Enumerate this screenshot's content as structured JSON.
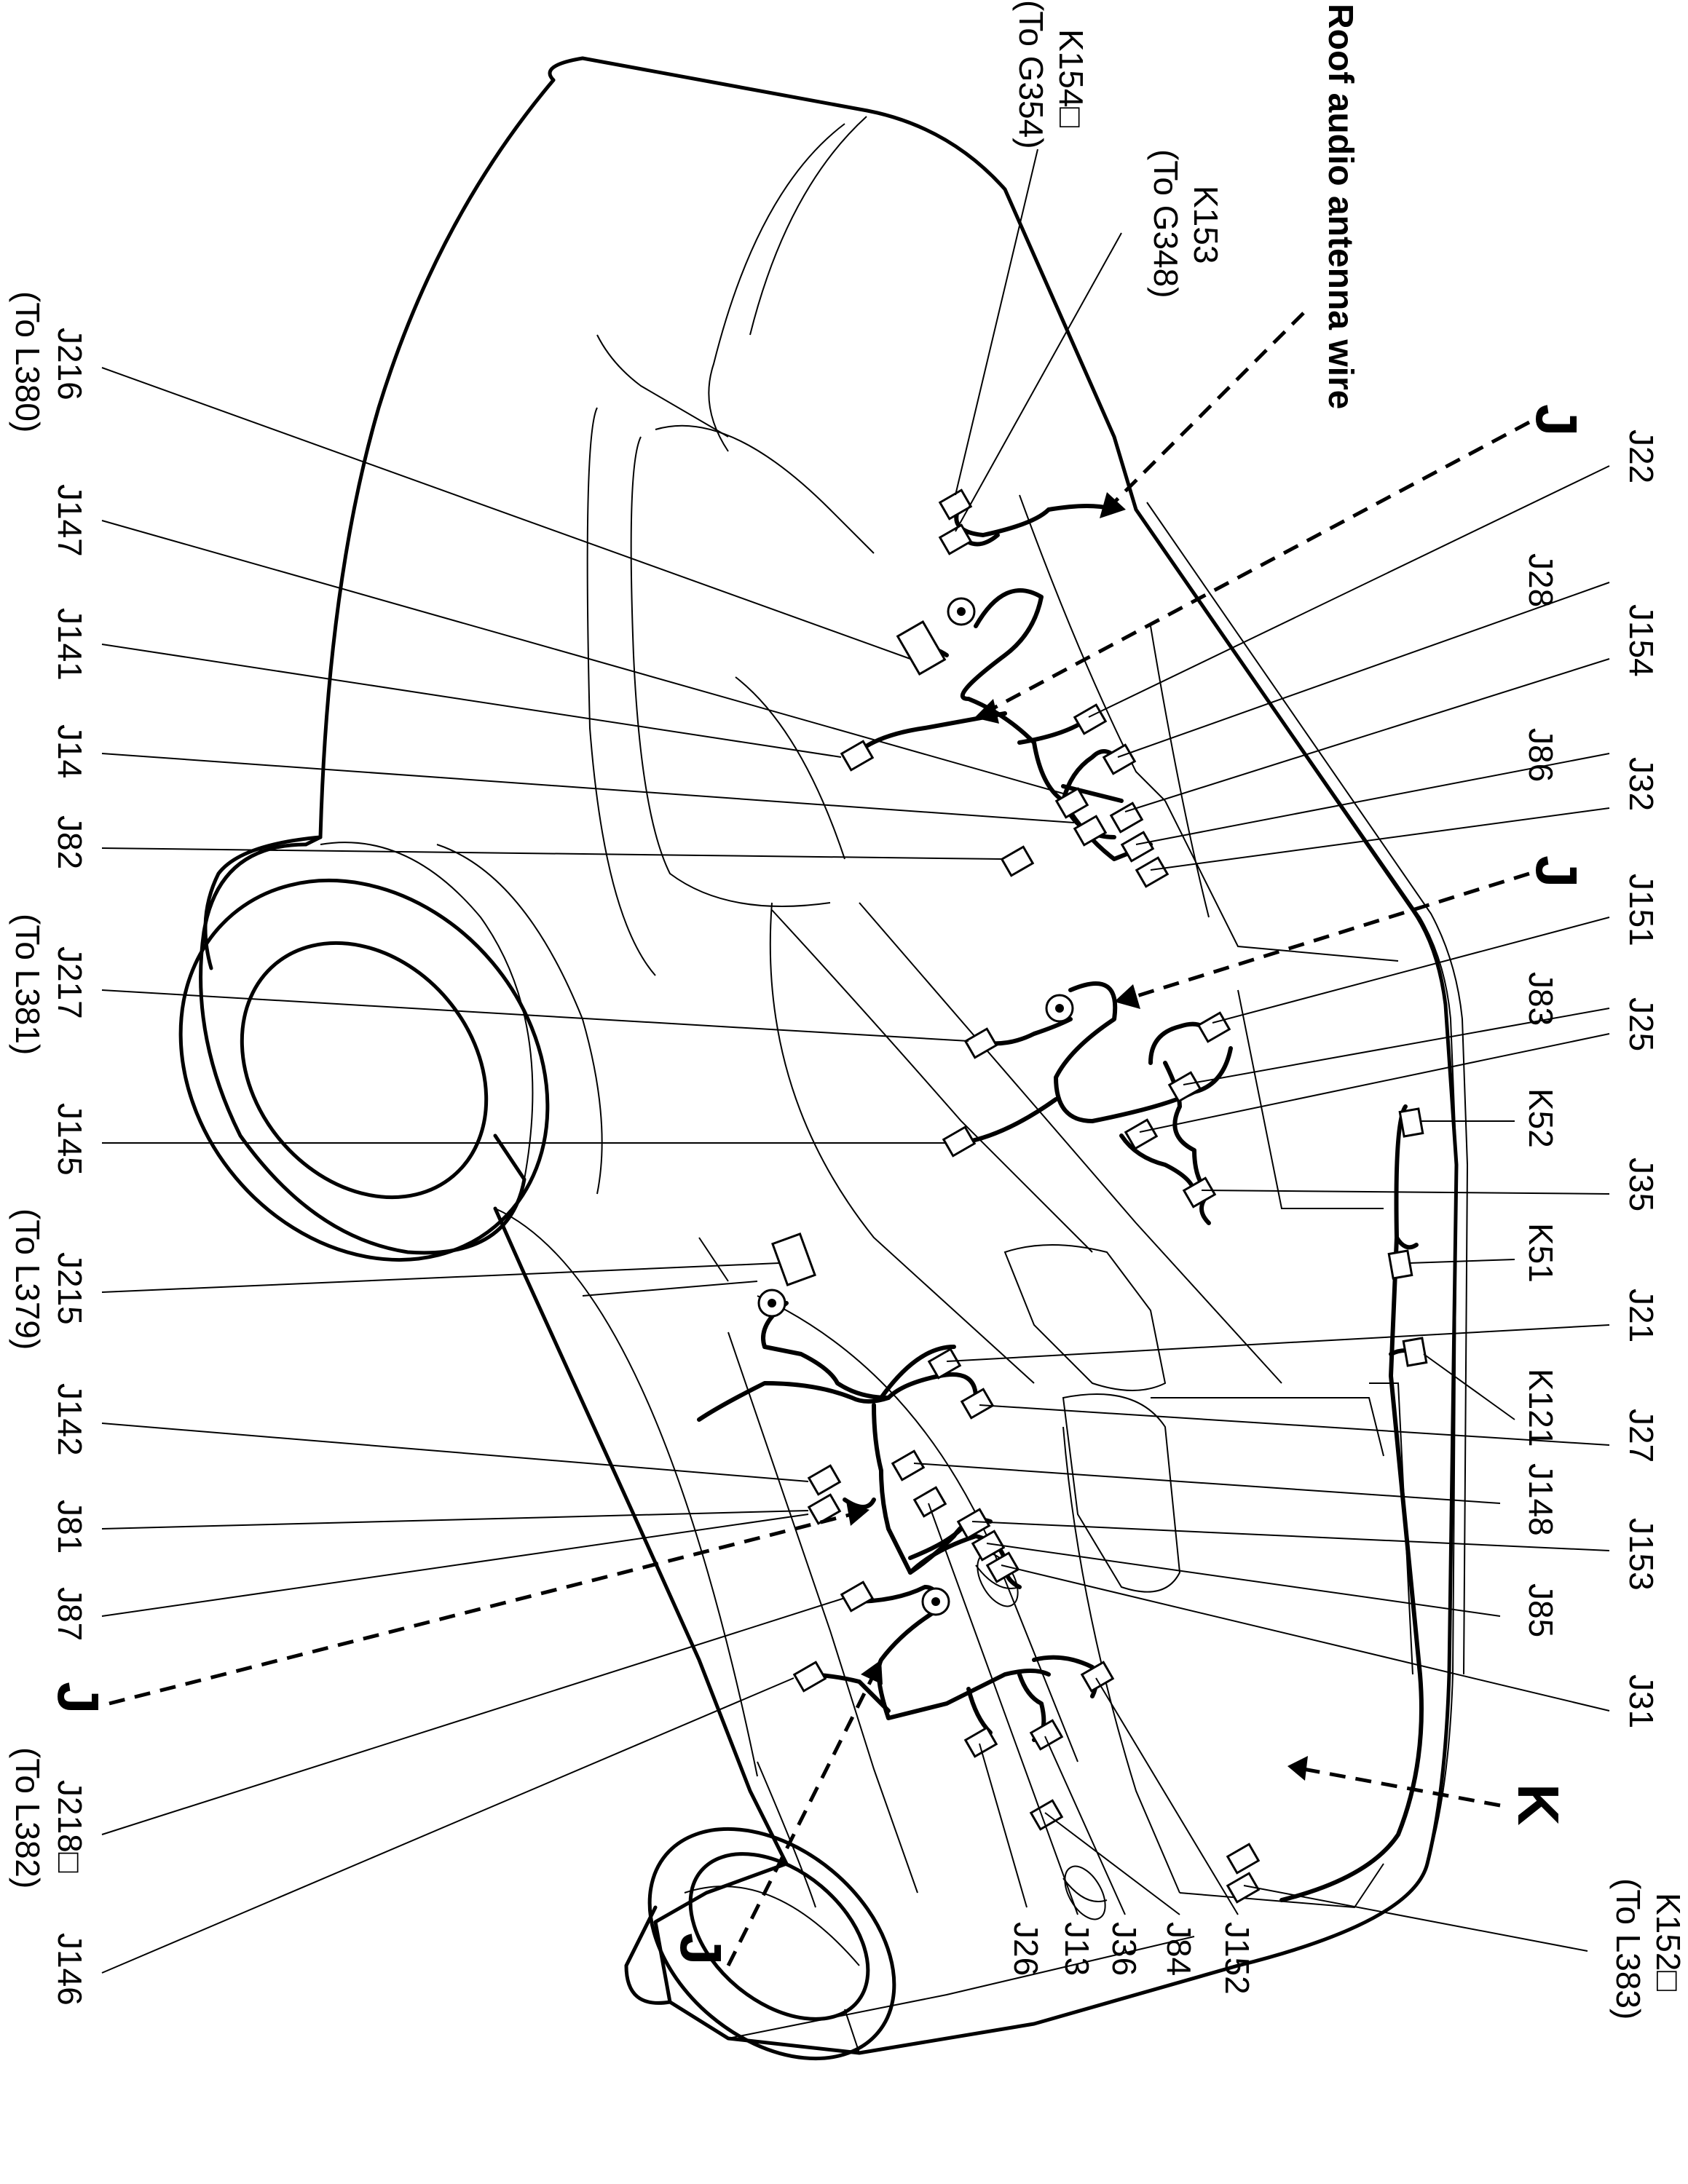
{
  "diagram": {
    "header_note": "Roof audio antenna wire",
    "section_letters": {
      "j": "J",
      "k": "K"
    },
    "labels": {
      "k154": "K154□",
      "k154_to": "(To G354)",
      "k153": "K153",
      "k153_to": "(To G348)",
      "j216": "J216",
      "j216_to": "(To L380)",
      "j147": "J147",
      "j141": "J141",
      "j14": "J14",
      "j82": "J82",
      "j217": "J217",
      "j217_to": "(To L381)",
      "j145": "J145",
      "j215": "J215",
      "j215_to": "(To L379)",
      "j142": "J142",
      "j81": "J81",
      "j87": "J87",
      "j218": "J218□",
      "j218_to": "(To L382)",
      "j146": "J146",
      "j22": "J22",
      "j28": "J28",
      "j154": "J154",
      "j86": "J86",
      "j32": "J32",
      "j151": "J151",
      "j83": "J83",
      "j25": "J25",
      "k52": "K52",
      "j35": "J35",
      "k51": "K51",
      "j21": "J21",
      "k121": "K121",
      "j27": "J27",
      "j148": "J148",
      "j153": "J153",
      "j85": "J85",
      "j31": "J31",
      "k152": "K152□",
      "k152_to": "(To L383)",
      "j26": "J26",
      "j13": "J13",
      "j36": "J36",
      "j84": "J84",
      "j152": "J152"
    }
  }
}
